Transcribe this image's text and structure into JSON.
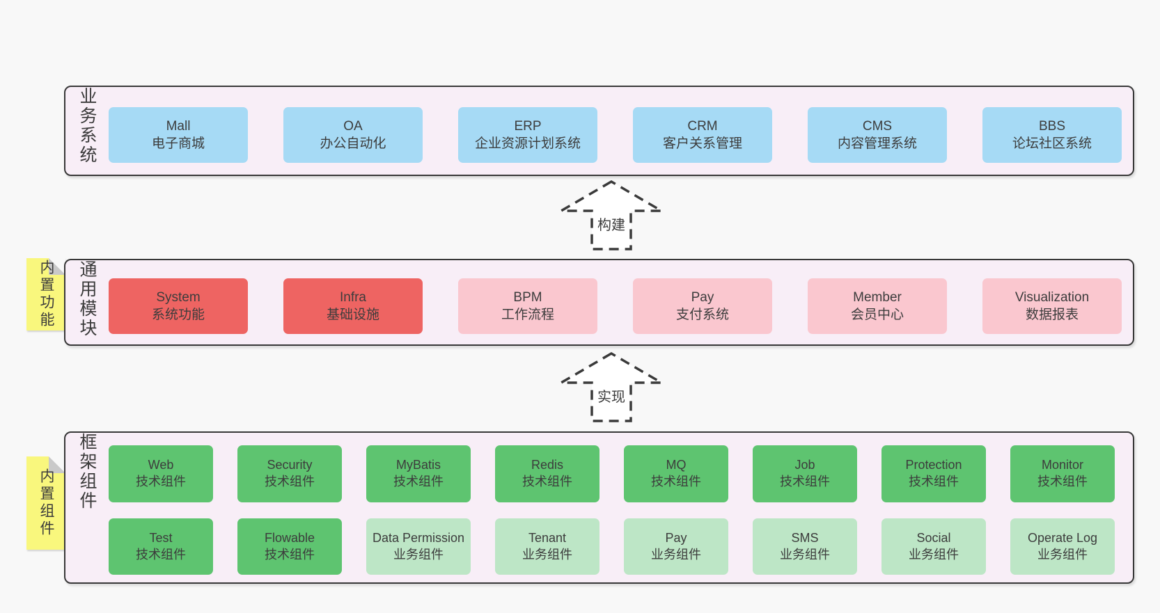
{
  "palette": {
    "background": "#f8f8f8",
    "layer_fill": "#f8eef7",
    "layer_border": "#383838",
    "business_box": "#a6daf5",
    "core_module_box": "#ee6462",
    "module_box": "#fac7cf",
    "tech_component_box": "#5ec470",
    "biz_component_box": "#bde6c6",
    "sticky_note": "#f9f77d",
    "note_fold": "#c9c9c9",
    "text": "#3c3c3c"
  },
  "business": {
    "label": "业务系统",
    "boxes": [
      {
        "name": "Mall",
        "desc": "电子商城"
      },
      {
        "name": "OA",
        "desc": "办公自动化"
      },
      {
        "name": "ERP",
        "desc": "企业资源计划系统"
      },
      {
        "name": "CRM",
        "desc": "客户关系管理"
      },
      {
        "name": "CMS",
        "desc": "内容管理系统"
      },
      {
        "name": "BBS",
        "desc": "论坛社区系统"
      }
    ]
  },
  "modules": {
    "label": "通用模块",
    "note": "内置功能",
    "boxes": [
      {
        "name": "System",
        "desc": "系统功能"
      },
      {
        "name": "Infra",
        "desc": "基础设施"
      },
      {
        "name": "BPM",
        "desc": "工作流程"
      },
      {
        "name": "Pay",
        "desc": "支付系统"
      },
      {
        "name": "Member",
        "desc": "会员中心"
      },
      {
        "name": "Visualization",
        "desc": "数据报表"
      }
    ]
  },
  "components": {
    "label": "框架组件",
    "note": "内置组件",
    "row1": [
      {
        "name": "Web",
        "desc": "技术组件"
      },
      {
        "name": "Security",
        "desc": "技术组件"
      },
      {
        "name": "MyBatis",
        "desc": "技术组件"
      },
      {
        "name": "Redis",
        "desc": "技术组件"
      },
      {
        "name": "MQ",
        "desc": "技术组件"
      },
      {
        "name": "Job",
        "desc": "技术组件"
      },
      {
        "name": "Protection",
        "desc": "技术组件"
      },
      {
        "name": "Monitor",
        "desc": "技术组件"
      }
    ],
    "row2": [
      {
        "name": "Test",
        "desc": "技术组件"
      },
      {
        "name": "Flowable",
        "desc": "技术组件"
      },
      {
        "name": "Data Permission",
        "desc": "业务组件"
      },
      {
        "name": "Tenant",
        "desc": "业务组件"
      },
      {
        "name": "Pay",
        "desc": "业务组件"
      },
      {
        "name": "SMS",
        "desc": "业务组件"
      },
      {
        "name": "Social",
        "desc": "业务组件"
      },
      {
        "name": "Operate Log",
        "desc": "业务组件"
      }
    ]
  },
  "arrows": {
    "build": "构建",
    "implement": "实现"
  }
}
